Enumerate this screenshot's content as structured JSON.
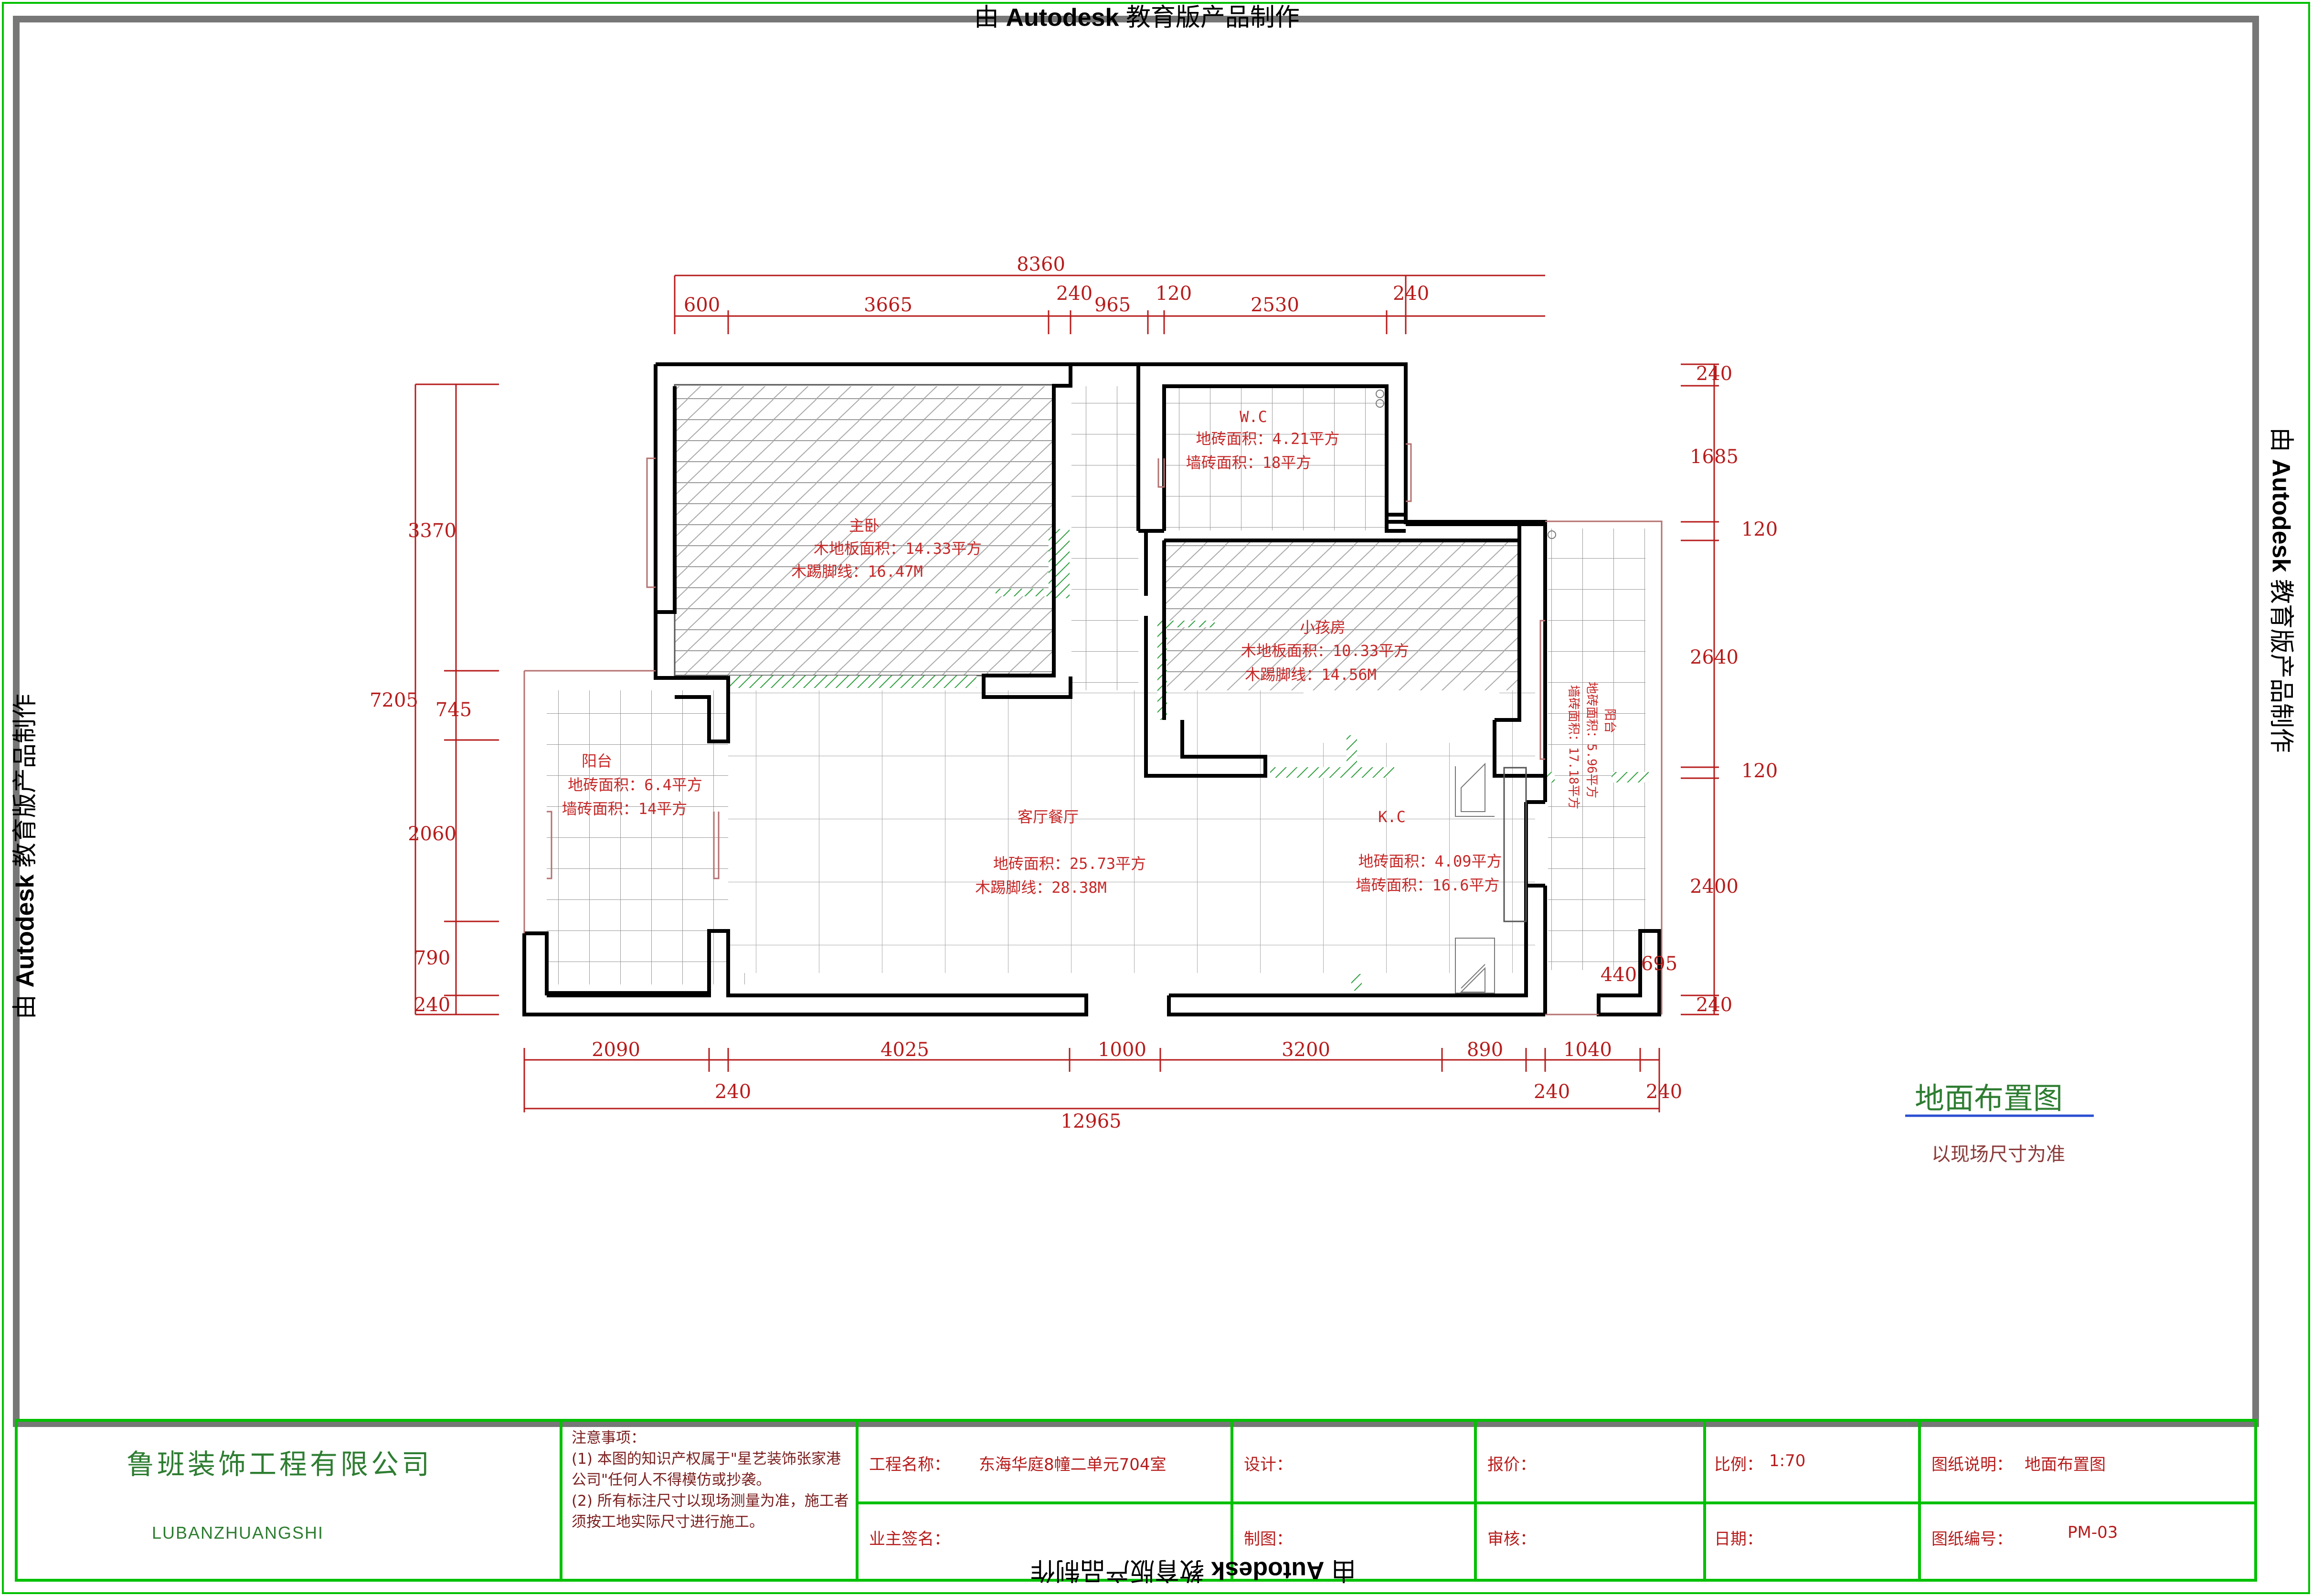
{
  "watermark": {
    "prefix": "由",
    "brand": "Autodesk",
    "suffix": "教育版产品制作"
  },
  "dimensions": {
    "top": {
      "overall": "8360",
      "segments": [
        "600",
        "3665",
        "240",
        "965",
        "120",
        "2530",
        "240"
      ]
    },
    "bottom": {
      "overall": "12965",
      "segments": [
        "2090",
        "4025",
        "1000",
        "3200",
        "890",
        "1040"
      ],
      "walls": [
        "240",
        "240",
        "240"
      ]
    },
    "left": {
      "overall": "7205",
      "segments": [
        "3370",
        "745",
        "2060",
        "790",
        "240"
      ]
    },
    "right": {
      "segments": [
        "240",
        "1685",
        "120",
        "2640",
        "120",
        "2400",
        "240"
      ]
    },
    "inner": [
      "440",
      "695"
    ]
  },
  "rooms": {
    "master_bedroom": {
      "name": "主卧",
      "line1": "木地板面积：14.33平方",
      "line2": "木踢脚线：16.47M"
    },
    "wc": {
      "name": "W.C",
      "line1": "地砖面积：4.21平方",
      "line2": "墙砖面积：18平方"
    },
    "kids_room": {
      "name": "小孩房",
      "line1": "木地板面积：10.33平方",
      "line2": "木踢脚线：14.56M"
    },
    "balcony_left": {
      "name": "阳台",
      "line1": "地砖面积：6.4平方",
      "line2": "墙砖面积：14平方"
    },
    "living_dining": {
      "name": "客厅餐厅",
      "line1": "地砖面积：25.73平方",
      "line2": "木踢脚线：28.38M"
    },
    "kitchen": {
      "name": "K.C",
      "line1": "地砖面积：4.09平方",
      "line2": "墙砖面积：16.6平方"
    },
    "balcony_right": {
      "name": "阳台",
      "line1": "地砖面积：5.96平方",
      "line2": "墙砖面积：17.18平方"
    }
  },
  "sheet": {
    "title": "地面布置图",
    "subtitle": "以现场尺寸为准"
  },
  "title_block": {
    "company": "鲁班装饰工程有限公司",
    "company_en": "LUBANZHUANGSHI",
    "notes_title": "注意事项：",
    "notes_1": "(1) 本图的知识产权属于\"星艺装饰张家港公司\"任何人不得模仿或抄袭。",
    "notes_2": "(2) 所有标注尺寸以现场测量为准，施工者须按工地实际尺寸进行施工。",
    "project_label": "工程名称：",
    "project_value": "东海华庭8幢二单元704室",
    "owner_label": "业主签名：",
    "design_label": "设计：",
    "draw_label": "制图：",
    "quote_label": "报价：",
    "review_label": "审核：",
    "scale_label": "比例：",
    "scale_value": "1:70",
    "date_label": "日期：",
    "desc_label": "图纸说明：",
    "desc_value": "地面布置图",
    "number_label": "图纸编号：",
    "number_value": "PM-03"
  },
  "colors": {
    "frame": "#00c000",
    "dim": "#b71c1c",
    "wall": "#000000",
    "hatch": "#2e9e3e"
  }
}
